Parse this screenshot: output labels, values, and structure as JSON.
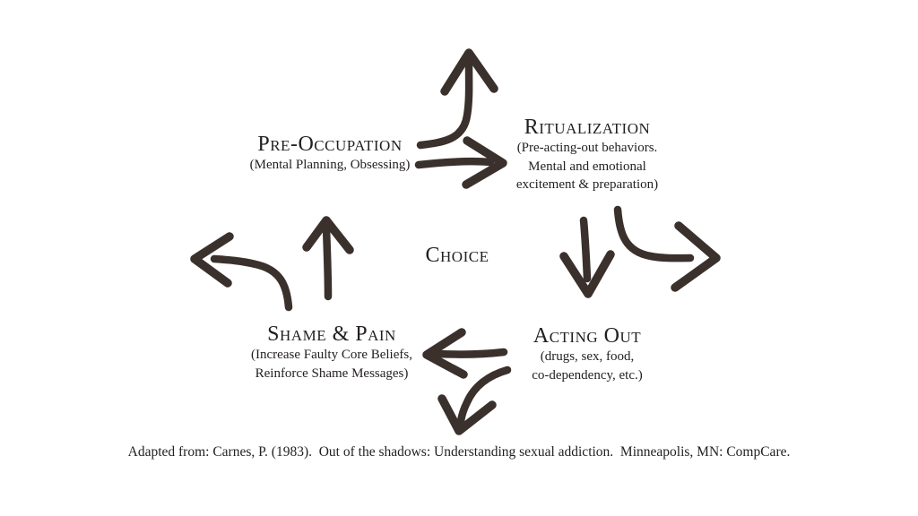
{
  "diagram": {
    "center_label": "Choice",
    "nodes": {
      "pre_occupation": {
        "title": "Pre-Occupation",
        "lines": [
          "(Mental Planning, Obsessing)"
        ]
      },
      "ritualization": {
        "title": "Ritualization",
        "lines": [
          "(Pre-acting-out behaviors.",
          "Mental and emotional",
          "excitement & preparation)"
        ]
      },
      "acting_out": {
        "title": "Acting Out",
        "lines": [
          "(drugs, sex, food,",
          "co-dependency, etc.)"
        ]
      },
      "shame_pain": {
        "title": "Shame & Pain",
        "lines": [
          "(Increase Faulty Core Beliefs,",
          "Reinforce Shame Messages)"
        ]
      }
    },
    "arrows": [
      "exit-up-arrow",
      "pre-occupation-to-ritualization-arrow",
      "ritualization-to-acting-out-arrow",
      "exit-right-arrow",
      "acting-out-to-shame-pain-arrow",
      "exit-down-arrow",
      "shame-pain-to-pre-occupation-arrow",
      "exit-left-arrow"
    ],
    "citation": "Adapted from: Carnes, P. (1983).  Out of the shadows: Understanding sexual addiction.  Minneapolis, MN: CompCare.",
    "colors": {
      "background": "#ffffff",
      "text": "#231f1e",
      "arrow": "#3a302c"
    }
  }
}
